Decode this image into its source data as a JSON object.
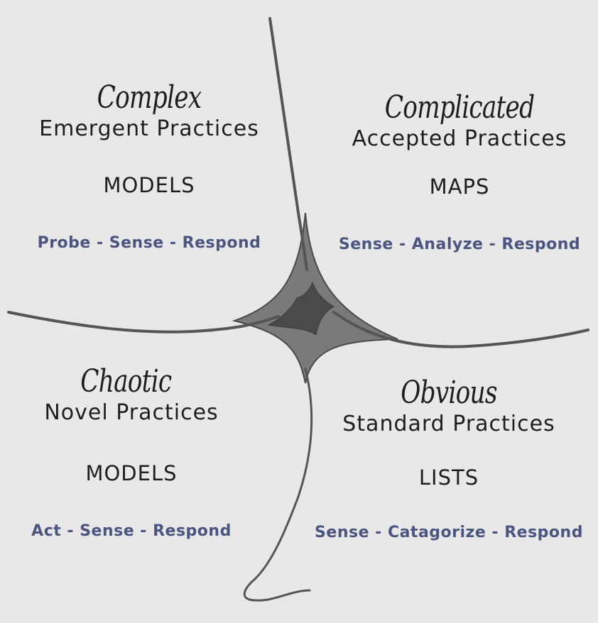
{
  "colors": {
    "background": "#e8e8e8",
    "text": "#1e1e1e",
    "approach": "#4a5580",
    "stroke": "#555555",
    "center": "#4a4a4a"
  },
  "quadrants": {
    "complex": {
      "title": "Complex",
      "practice": "Emergent Practices",
      "tool": "MODELS",
      "approach": "Probe - Sense - Respond"
    },
    "complicated": {
      "title": "Complicated",
      "practice": "Accepted Practices",
      "tool": "MAPS",
      "approach": "Sense - Analyze - Respond"
    },
    "chaotic": {
      "title": "Chaotic",
      "practice": "Novel Practices",
      "tool": "MODELS",
      "approach": "Act - Sense - Respond"
    },
    "obvious": {
      "title": "Obvious",
      "practice": "Standard Practices",
      "tool": "LISTS",
      "approach": "Sense - Catagorize - Respond"
    }
  }
}
